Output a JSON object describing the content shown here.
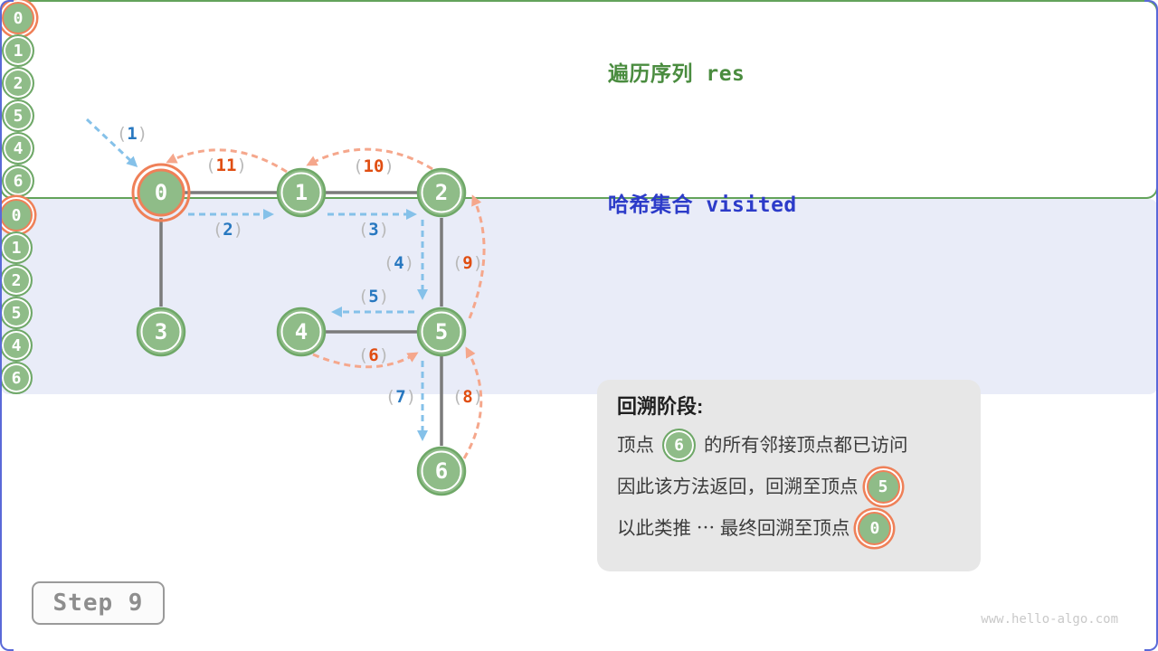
{
  "graph": {
    "paren_open": "(",
    "paren_close": ")",
    "nodes": [
      {
        "label": "0",
        "highlighted": true
      },
      {
        "label": "1",
        "highlighted": false
      },
      {
        "label": "2",
        "highlighted": false
      },
      {
        "label": "3",
        "highlighted": false
      },
      {
        "label": "4",
        "highlighted": false
      },
      {
        "label": "5",
        "highlighted": false
      },
      {
        "label": "6",
        "highlighted": false
      }
    ],
    "step_labels": [
      {
        "num": "1",
        "color": "blue"
      },
      {
        "num": "2",
        "color": "blue"
      },
      {
        "num": "3",
        "color": "blue"
      },
      {
        "num": "4",
        "color": "blue"
      },
      {
        "num": "5",
        "color": "blue"
      },
      {
        "num": "6",
        "color": "orange"
      },
      {
        "num": "7",
        "color": "blue"
      },
      {
        "num": "8",
        "color": "orange"
      },
      {
        "num": "9",
        "color": "orange"
      },
      {
        "num": "10",
        "color": "orange"
      },
      {
        "num": "11",
        "color": "orange"
      }
    ]
  },
  "panels": {
    "res": {
      "title": "遍历序列 res",
      "items": [
        "0",
        "1",
        "2",
        "5",
        "4",
        "6"
      ],
      "highlighted_index": 0
    },
    "visited": {
      "title": "哈希集合 visited",
      "items": [
        "0",
        "1",
        "2",
        "5",
        "4",
        "6"
      ],
      "highlighted_index": 0
    }
  },
  "info_box": {
    "title": "回溯阶段:",
    "line1_prefix": "顶点",
    "line1_node": "6",
    "line1_suffix": "的所有邻接顶点都已访问",
    "line2_prefix": "因此该方法返回，回溯至顶点",
    "line2_node": "5",
    "line3_prefix": "以此类推 ⋯ 最终回溯至顶点",
    "line3_node": "0"
  },
  "step_indicator": {
    "label": "Step 9"
  },
  "watermark": "www.hello-algo.com",
  "colors": {
    "node_green_fill": "#8fbc88",
    "node_green_border": "#6fa868",
    "highlight_orange": "#ef8058",
    "traverse_blue": "#85c1e9",
    "backtrack_orange": "#f5a78c",
    "label_blue": "#2878c0",
    "label_orange": "#e04e12",
    "edge_gray": "#7b7b7b",
    "res_green": "#4a8c3f",
    "visited_blue": "#2c3bc9"
  }
}
